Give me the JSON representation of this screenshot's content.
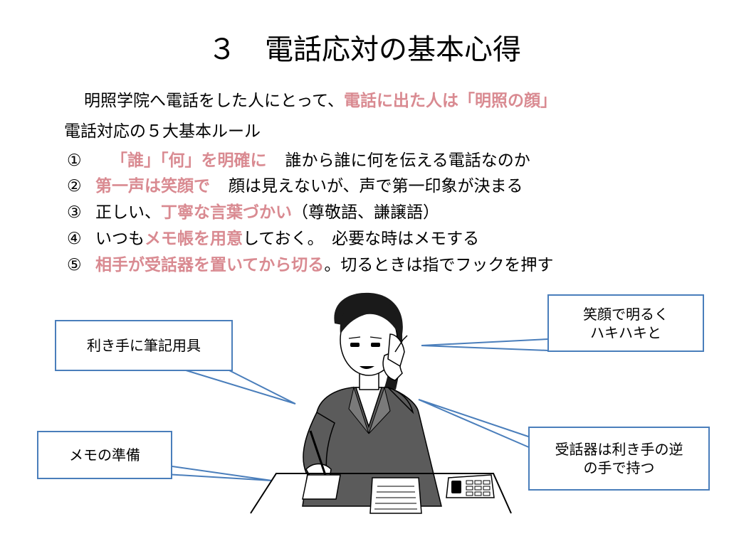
{
  "title": "３　電話応対の基本心得",
  "intro": {
    "prefix": "明照学院へ電話をした人にとって、",
    "emphasis": "電話に出た人は「明照の顔」"
  },
  "rules_heading": "電話対応の５大基本ルール",
  "rules": [
    {
      "num": "①",
      "emphasis": "「誰」「何」を明確に",
      "text": "誰から誰に何を伝える電話なのか"
    },
    {
      "num": "②",
      "emphasis": "第一声は笑顔で",
      "text": "顔は見えないが、声で第一印象が決まる"
    },
    {
      "num": "③",
      "pre": "正しい、",
      "emphasis": "丁寧な言葉づかい",
      "text": "（尊敬語、謙譲語）"
    },
    {
      "num": "④",
      "pre": "いつも",
      "emphasis": "メモ帳を用意",
      "text": "しておく。　必要な時はメモする"
    },
    {
      "num": "⑤",
      "emphasis": "相手が受話器を置いてから切る",
      "text": "。切るときは指でフックを押す"
    }
  ],
  "callouts": {
    "writing_tool": "利き手に筆記用具",
    "smile": [
      "笑顔で明るく",
      "ハキハキと"
    ],
    "memo": "メモの準備",
    "receiver": [
      "受話器は利き手の逆",
      "の手で持つ"
    ]
  },
  "colors": {
    "emphasis": "#d98a91",
    "callout_border": "#4a7ebb",
    "suit": "#5b5b5b"
  }
}
